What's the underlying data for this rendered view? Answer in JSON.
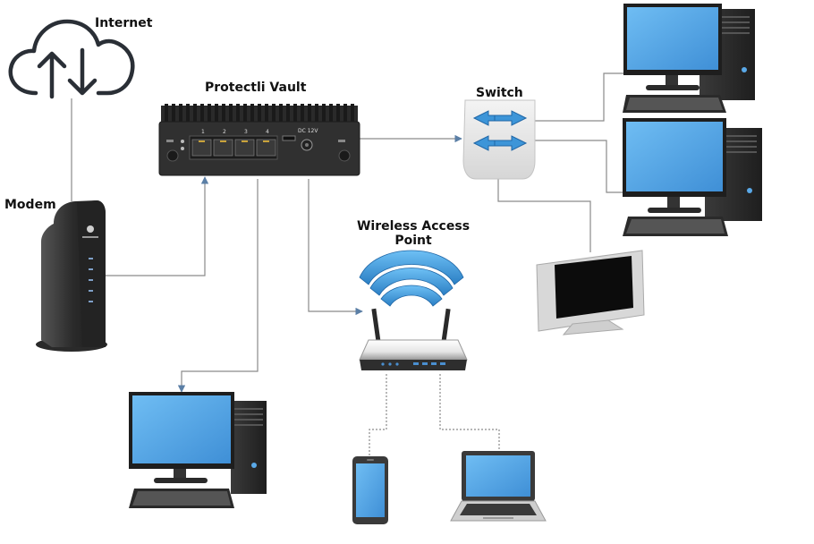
{
  "labels": {
    "internet": "Internet",
    "vault": "Protectli Vault",
    "switch": "Switch",
    "modem": "Modem",
    "wap_line1": "Wireless Access",
    "wap_line2": "Point"
  },
  "vault_ports": [
    "1",
    "2",
    "3",
    "4"
  ],
  "vault_power_label": "DC 12V",
  "colors": {
    "line": "#8a8a8a",
    "arrow": "#5b7fa6",
    "screen": "#5aa9e8",
    "device_dark": "#2e2e2e",
    "wifi_blue": "#3a8fd0"
  },
  "icons": {
    "cloud": "cloud-upload-download-icon",
    "router": "protectli-vault-icon",
    "switch": "network-switch-icon",
    "modem": "cable-modem-icon",
    "wap": "wireless-access-point-icon"
  }
}
